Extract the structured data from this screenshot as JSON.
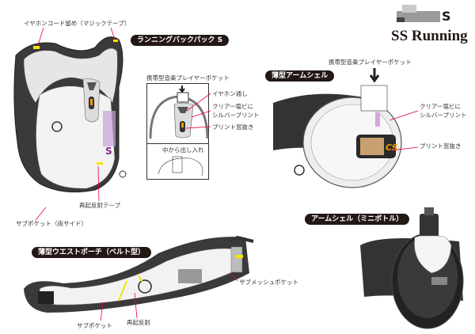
{
  "brand": {
    "name": "SS Running",
    "logo_letter": "S"
  },
  "backpack": {
    "title": "ランニングバックパック S",
    "earphone_cord_holder": "イヤホンコード留め（マジックテープ）",
    "reflective_tape": "再起反射テープ",
    "sub_pocket": "サブポケット（両サイド）",
    "player_pocket": {
      "title": "携帯型音楽プレイヤーポケット",
      "earphone_hole": "イヤホン通し",
      "clear_vinyl_line1": "クリアー塩ビに",
      "clear_vinyl_line2": "シルバープリント",
      "print_window": "プリント窓抜き",
      "insert_from_inside": "中から出し入れ"
    }
  },
  "arm_shell": {
    "title": "薄型アームシェル",
    "player_pocket": "携帯型音楽プレイヤーポケット",
    "clear_vinyl_line1": "クリアー塩ビに",
    "clear_vinyl_line2": "シルバープリント",
    "print_window": "プリント窓抜き"
  },
  "waist_pouch": {
    "title": "薄型ウエストポーチ（ベルト型）",
    "sub_pocket": "サブポケット",
    "reflective": "再起反射",
    "sub_mesh_pocket": "サブメッシュポケット"
  },
  "arm_shell_bottle": {
    "title": "アームシェル（ミニボトル）"
  },
  "colors": {
    "label_bg": "#231815",
    "leader_line": "#e60033",
    "accent_yellow": "#f2e600",
    "accent_orange": "#f39800",
    "accent_purple": "#a0409a"
  }
}
